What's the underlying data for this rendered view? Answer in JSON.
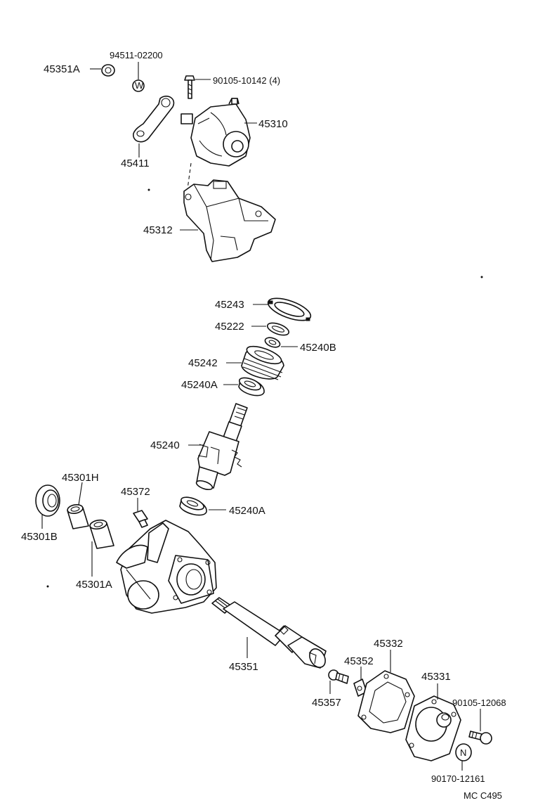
{
  "diagram": {
    "parts": [
      {
        "key": "p45351A",
        "number": "45351A"
      },
      {
        "key": "p94511",
        "number": "94511-02200"
      },
      {
        "key": "p90105a",
        "number": "90105-10142 (4)"
      },
      {
        "key": "p45310",
        "number": "45310"
      },
      {
        "key": "p45411",
        "number": "45411"
      },
      {
        "key": "p45312",
        "number": "45312"
      },
      {
        "key": "p45243",
        "number": "45243"
      },
      {
        "key": "p45222",
        "number": "45222"
      },
      {
        "key": "p45240B",
        "number": "45240B"
      },
      {
        "key": "p45242",
        "number": "45242"
      },
      {
        "key": "p45240A_top",
        "number": "45240A"
      },
      {
        "key": "p45240",
        "number": "45240"
      },
      {
        "key": "p45240A_bot",
        "number": "45240A"
      },
      {
        "key": "p45301H",
        "number": "45301H"
      },
      {
        "key": "p45372",
        "number": "45372"
      },
      {
        "key": "p45301B",
        "number": "45301B"
      },
      {
        "key": "p45301A",
        "number": "45301A"
      },
      {
        "key": "p45351",
        "number": "45351"
      },
      {
        "key": "p45332",
        "number": "45332"
      },
      {
        "key": "p45352",
        "number": "45352"
      },
      {
        "key": "p45331",
        "number": "45331"
      },
      {
        "key": "p45357",
        "number": "45357"
      },
      {
        "key": "p90105b",
        "number": "90105-12068"
      },
      {
        "key": "p90170",
        "number": "90170-12161"
      }
    ],
    "washer_mark": "W",
    "nut_mark": "N",
    "figure_code": "MC  C495"
  }
}
